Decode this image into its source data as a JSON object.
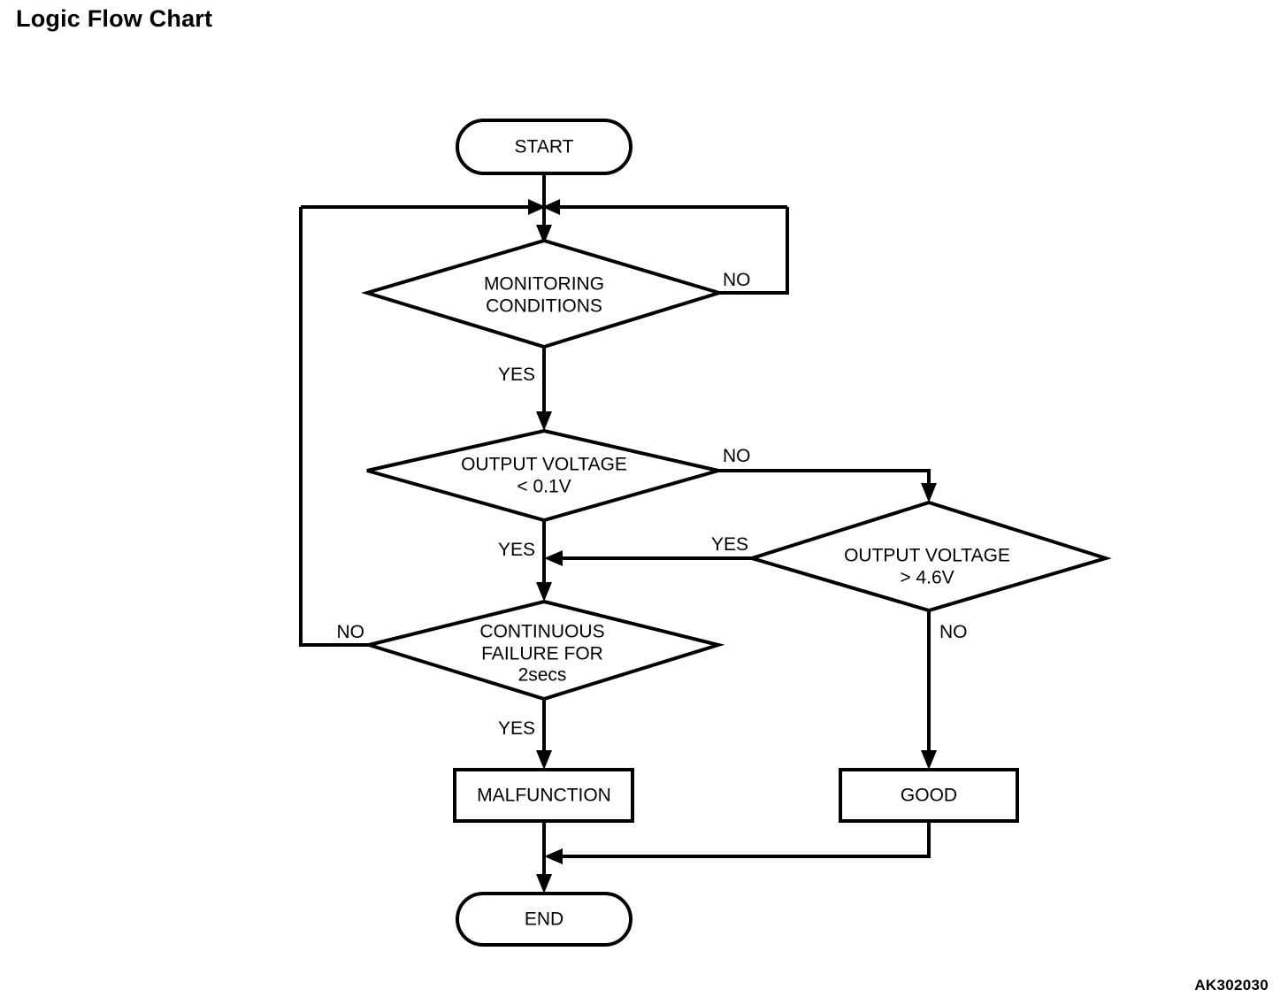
{
  "page": {
    "title": "Logic Flow Chart",
    "figure_code": "AK302030",
    "background_color": "#ffffff",
    "line_color": "#000000"
  },
  "chart_data": {
    "type": "diagram",
    "diagram_kind": "flowchart",
    "title": "Logic Flow Chart",
    "nodes": [
      {
        "id": "start",
        "shape": "stadium",
        "label": "START"
      },
      {
        "id": "monitoring",
        "shape": "diamond",
        "label_line1": "MONITORING",
        "label_line2": "CONDITIONS"
      },
      {
        "id": "out_low",
        "shape": "diamond",
        "label_line1": "OUTPUT VOLTAGE",
        "label_line2": "< 0.1V"
      },
      {
        "id": "out_high",
        "shape": "diamond",
        "label_line1": "OUTPUT VOLTAGE",
        "label_line2": "> 4.6V"
      },
      {
        "id": "cont_fail",
        "shape": "diamond",
        "label_line1": "CONTINUOUS",
        "label_line2": "FAILURE FOR",
        "label_line3": "2secs"
      },
      {
        "id": "malfunction",
        "shape": "rect",
        "label": "MALFUNCTION"
      },
      {
        "id": "good",
        "shape": "rect",
        "label": "GOOD"
      },
      {
        "id": "end",
        "shape": "stadium",
        "label": "END"
      }
    ],
    "edges": [
      {
        "from": "start",
        "to": "monitoring",
        "label": ""
      },
      {
        "from": "monitoring",
        "to": "start_junction",
        "label": "NO"
      },
      {
        "from": "monitoring",
        "to": "out_low",
        "label": "YES"
      },
      {
        "from": "out_low",
        "to": "out_high",
        "label": "NO"
      },
      {
        "from": "out_low",
        "to": "cont_fail",
        "label": "YES"
      },
      {
        "from": "out_high",
        "to": "cont_fail",
        "label": "YES"
      },
      {
        "from": "out_high",
        "to": "good",
        "label": "NO"
      },
      {
        "from": "cont_fail",
        "to": "start_junction",
        "label": "NO"
      },
      {
        "from": "cont_fail",
        "to": "malfunction",
        "label": "YES"
      },
      {
        "from": "malfunction",
        "to": "end",
        "label": ""
      },
      {
        "from": "good",
        "to": "end",
        "label": ""
      }
    ]
  },
  "labels": {
    "start": "START",
    "monitoring_line1": "MONITORING",
    "monitoring_line2": "CONDITIONS",
    "monitoring_no": "NO",
    "monitoring_yes": "YES",
    "out_low_line1": "OUTPUT VOLTAGE",
    "out_low_line2": "< 0.1V",
    "out_low_no": "NO",
    "out_low_yes": "YES",
    "out_high_line1": "OUTPUT VOLTAGE",
    "out_high_line2": "> 4.6V",
    "out_high_yes": "YES",
    "out_high_no": "NO",
    "cont_fail_line1": "CONTINUOUS",
    "cont_fail_line2": "FAILURE FOR",
    "cont_fail_line3": "2secs",
    "cont_fail_no": "NO",
    "cont_fail_yes": "YES",
    "malfunction": "MALFUNCTION",
    "good": "GOOD",
    "end": "END"
  }
}
